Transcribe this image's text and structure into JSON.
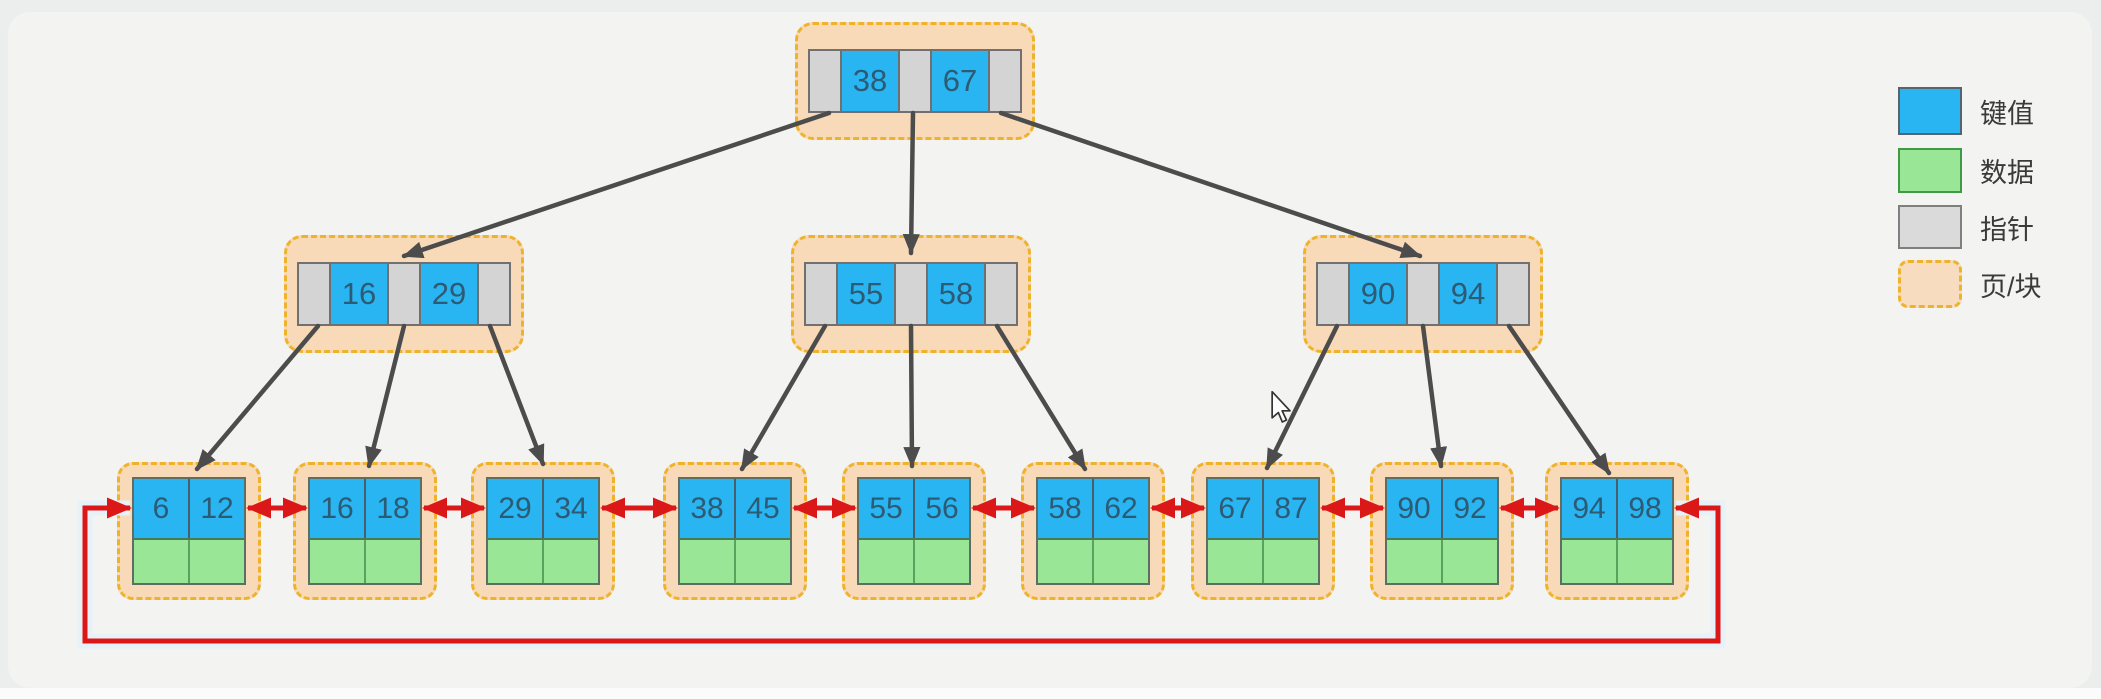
{
  "legend": {
    "items": [
      {
        "label": "键值",
        "swatch": "key",
        "color": "#29b5f1"
      },
      {
        "label": "数据",
        "swatch": "data",
        "color": "#99e796"
      },
      {
        "label": "指针",
        "swatch": "pointer",
        "color": "#d4d4d4"
      },
      {
        "label": "页/块",
        "swatch": "page-block",
        "color": "#f8d9b8"
      }
    ]
  },
  "tree": {
    "type": "b-plus-tree",
    "root": {
      "keys": [
        "38",
        "67"
      ]
    },
    "internal_nodes": [
      {
        "keys": [
          "16",
          "29"
        ]
      },
      {
        "keys": [
          "55",
          "58"
        ]
      },
      {
        "keys": [
          "90",
          "94"
        ]
      }
    ],
    "leaf_nodes": [
      {
        "keys": [
          "6",
          "12"
        ]
      },
      {
        "keys": [
          "16",
          "18"
        ]
      },
      {
        "keys": [
          "29",
          "34"
        ]
      },
      {
        "keys": [
          "38",
          "45"
        ]
      },
      {
        "keys": [
          "55",
          "56"
        ]
      },
      {
        "keys": [
          "58",
          "62"
        ]
      },
      {
        "keys": [
          "67",
          "87"
        ]
      },
      {
        "keys": [
          "90",
          "92"
        ]
      },
      {
        "keys": [
          "94",
          "98"
        ]
      }
    ],
    "leaf_links": "doubly-linked circular list shown with red double-headed arrows"
  },
  "colors": {
    "key_cell": "#29b5f1",
    "data_cell": "#99e796",
    "pointer_cell": "#d4d4d4",
    "page_block_fill": "#f8d9b8",
    "page_block_border": "#efb32b",
    "tree_edge": "#4c4c4c",
    "leaf_link": "#dc1717",
    "number_text": "#2d5a74",
    "panel_background": "#f3f3f2"
  }
}
